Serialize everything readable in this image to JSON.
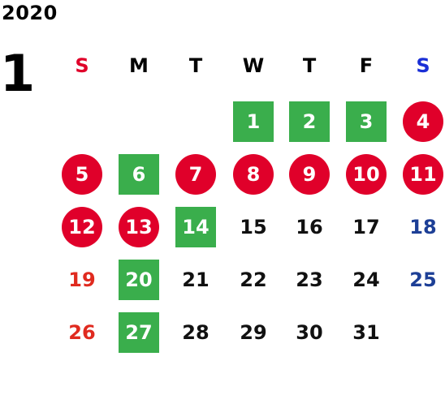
{
  "year": "2020",
  "month": "1",
  "weekdays": [
    {
      "label": "S",
      "color": "#e0002a"
    },
    {
      "label": "M",
      "color": "#000000"
    },
    {
      "label": "T",
      "color": "#000000"
    },
    {
      "label": "W",
      "color": "#000000"
    },
    {
      "label": "T",
      "color": "#000000"
    },
    {
      "label": "F",
      "color": "#000000"
    },
    {
      "label": "S",
      "color": "#1a2fd6"
    }
  ],
  "days": [
    {
      "d": "1",
      "col": 3,
      "row": 0,
      "style": "green"
    },
    {
      "d": "2",
      "col": 4,
      "row": 0,
      "style": "green"
    },
    {
      "d": "3",
      "col": 5,
      "row": 0,
      "style": "green"
    },
    {
      "d": "4",
      "col": 6,
      "row": 0,
      "style": "red"
    },
    {
      "d": "5",
      "col": 0,
      "row": 1,
      "style": "red"
    },
    {
      "d": "6",
      "col": 1,
      "row": 1,
      "style": "green"
    },
    {
      "d": "7",
      "col": 2,
      "row": 1,
      "style": "red"
    },
    {
      "d": "8",
      "col": 3,
      "row": 1,
      "style": "red"
    },
    {
      "d": "9",
      "col": 4,
      "row": 1,
      "style": "red"
    },
    {
      "d": "10",
      "col": 5,
      "row": 1,
      "style": "red"
    },
    {
      "d": "11",
      "col": 6,
      "row": 1,
      "style": "red"
    },
    {
      "d": "12",
      "col": 0,
      "row": 2,
      "style": "red"
    },
    {
      "d": "13",
      "col": 1,
      "row": 2,
      "style": "red"
    },
    {
      "d": "14",
      "col": 2,
      "row": 2,
      "style": "green"
    },
    {
      "d": "15",
      "col": 3,
      "row": 2,
      "style": "plain-black"
    },
    {
      "d": "16",
      "col": 4,
      "row": 2,
      "style": "plain-black"
    },
    {
      "d": "17",
      "col": 5,
      "row": 2,
      "style": "plain-black"
    },
    {
      "d": "18",
      "col": 6,
      "row": 2,
      "style": "plain-blue"
    },
    {
      "d": "19",
      "col": 0,
      "row": 3,
      "style": "plain-red"
    },
    {
      "d": "20",
      "col": 1,
      "row": 3,
      "style": "green"
    },
    {
      "d": "21",
      "col": 2,
      "row": 3,
      "style": "plain-black"
    },
    {
      "d": "22",
      "col": 3,
      "row": 3,
      "style": "plain-black"
    },
    {
      "d": "23",
      "col": 4,
      "row": 3,
      "style": "plain-black"
    },
    {
      "d": "24",
      "col": 5,
      "row": 3,
      "style": "plain-black"
    },
    {
      "d": "25",
      "col": 6,
      "row": 3,
      "style": "plain-blue"
    },
    {
      "d": "26",
      "col": 0,
      "row": 4,
      "style": "plain-red"
    },
    {
      "d": "27",
      "col": 1,
      "row": 4,
      "style": "green"
    },
    {
      "d": "28",
      "col": 2,
      "row": 4,
      "style": "plain-black"
    },
    {
      "d": "29",
      "col": 3,
      "row": 4,
      "style": "plain-black"
    },
    {
      "d": "30",
      "col": 4,
      "row": 4,
      "style": "plain-black"
    },
    {
      "d": "31",
      "col": 5,
      "row": 4,
      "style": "plain-black"
    }
  ]
}
